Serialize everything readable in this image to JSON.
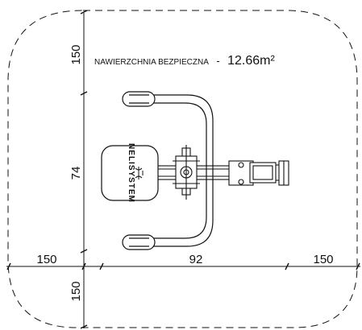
{
  "surface": {
    "label": "NAWIERZCHNIA BEZPIECZNA",
    "separator": "-",
    "area_value": "12.66m²"
  },
  "dimensions": {
    "top_vertical": "150",
    "middle_vertical": "74",
    "bottom_vertical": "150",
    "left_horizontal": "150",
    "middle_horizontal": "92",
    "right_horizontal": "150"
  },
  "seat": {
    "brand_text": "NELISYSTEM"
  },
  "colors": {
    "line": "#111111",
    "background": "#ffffff"
  }
}
